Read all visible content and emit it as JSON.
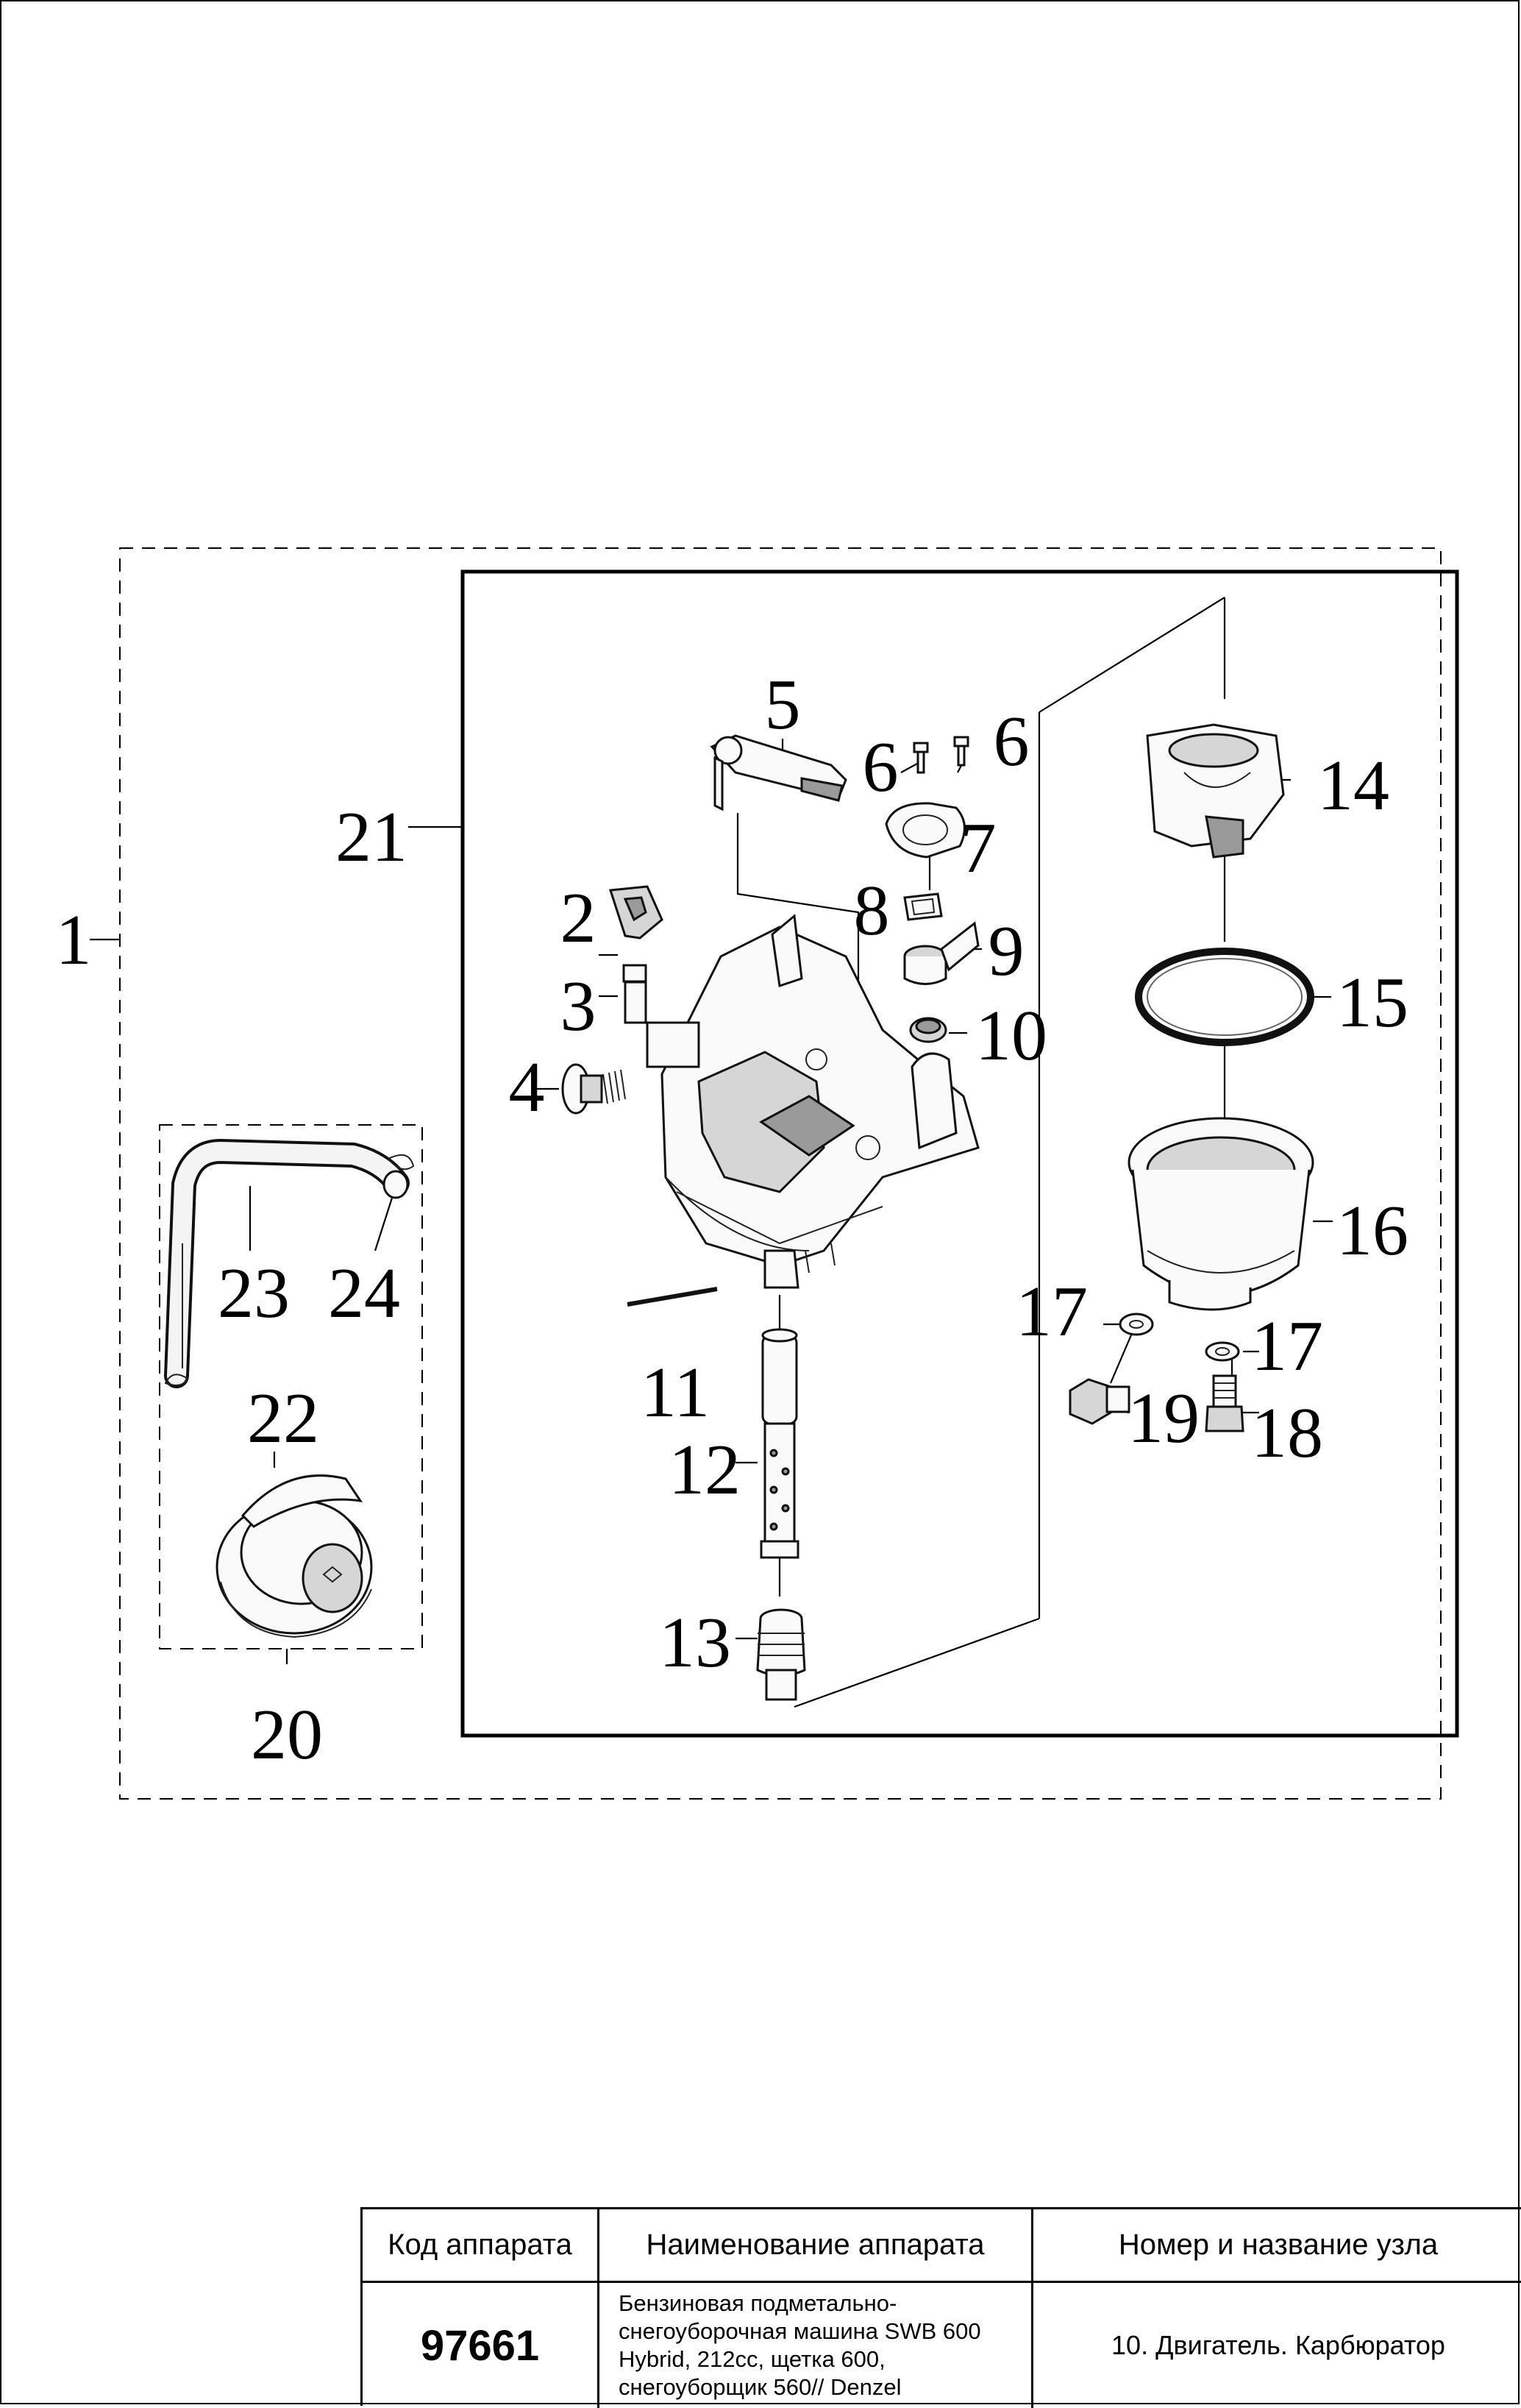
{
  "callouts": {
    "c1": "1",
    "c2": "2",
    "c3": "3",
    "c4": "4",
    "c5": "5",
    "c6a": "6",
    "c6b": "6",
    "c7": "7",
    "c8": "8",
    "c9": "9",
    "c10": "10",
    "c11": "11",
    "c12": "12",
    "c13": "13",
    "c14": "14",
    "c15": "15",
    "c16": "16",
    "c17a": "17",
    "c17b": "17",
    "c18": "18",
    "c19": "19",
    "c20": "20",
    "c21": "21",
    "c22": "22",
    "c23": "23",
    "c24": "24"
  },
  "title_block": {
    "code_header": "Код аппарата",
    "name_header": "Наименование аппарата",
    "node_header": "Номер и название узла",
    "code": "97661",
    "name_lines": [
      "Бензиновая подметально-",
      "снегоуборочная машина SWB 600",
      "Hybrid, 212cc, щетка 600,",
      "снегоуборщик 560// Denzel"
    ],
    "node": "10. Двигатель. Карбюратор"
  }
}
